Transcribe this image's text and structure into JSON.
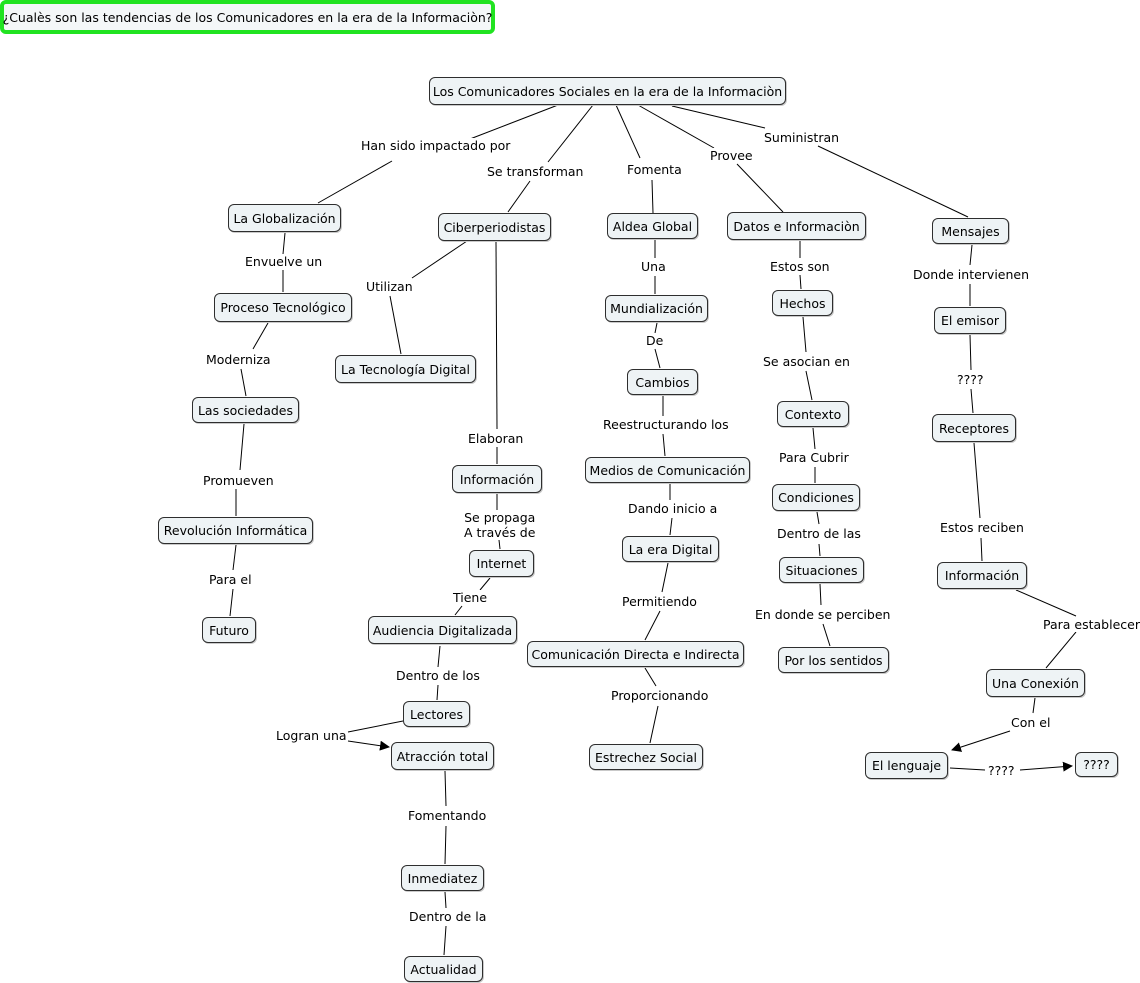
{
  "question": "¿Cualès son las tendencias de los Comunicadores en la era de la Informaciòn?",
  "nodes": {
    "root": "Los Comunicadores Sociales en la era de la Informaciòn",
    "globalizacion": "La Globalización",
    "proceso": "Proceso Tecnológico",
    "sociedades": "Las sociedades",
    "revolucion": "Revolución Informática",
    "futuro": "Futuro",
    "ciberperiodistas": "Ciberperiodistas",
    "tecnologia": "La Tecnología Digital",
    "informacion1": "Información",
    "internet": "Internet",
    "audiencia": "Audiencia Digitalizada",
    "lectores": "Lectores",
    "atraccion": "Atracción total",
    "inmediatez": "Inmediatez",
    "actualidad": "Actualidad",
    "aldea": "Aldea Global",
    "mundializacion": "Mundialización",
    "cambios": "Cambios",
    "medios": "Medios de Comunicación",
    "eradigital": "La era Digital",
    "comunicacion": "Comunicación Directa e Indirecta",
    "estrechez": "Estrechez Social",
    "datos": "Datos e Informaciòn",
    "hechos": "Hechos",
    "contexto": "Contexto",
    "condiciones": "Condiciones",
    "situaciones": "Situaciones",
    "sentidos": "Por los sentidos",
    "mensajes": "Mensajes",
    "emisor": "El emisor",
    "receptores": "Receptores",
    "informacion2": "Información",
    "conexion": "Una Conexión",
    "lenguaje": "El lenguaje",
    "incognita": "????"
  },
  "labels": {
    "impactado": "Han sido impactado por",
    "transforman": "Se transforman",
    "fomenta": "Fomenta",
    "provee": "Provee",
    "suministran": "Suministran",
    "envuelve": "Envuelve un",
    "moderniza": "Moderniza",
    "promueven": "Promueven",
    "parael": "Para el",
    "utilizan": "Utilizan",
    "elaboran": "Elaboran",
    "propaga": "Se propaga\nA través de",
    "tiene": "Tiene",
    "dentrolos": "Dentro de los",
    "logran": "Logran una",
    "fomentando": "Fomentando",
    "dentrola": "Dentro de la",
    "una": "Una",
    "de": "De",
    "reestructurando": "Reestructurando los",
    "dando": "Dando inicio a",
    "permitiendo": "Permitiendo",
    "proporcionando": "Proporcionando",
    "estosson": "Estos son",
    "asocian": "Se asocian en",
    "paracubrir": "Para Cubrir",
    "dentrolas": "Dentro de las",
    "perciben": "En donde se perciben",
    "intervienen": "Donde intervienen",
    "q1": "????",
    "reciben": "Estos reciben",
    "establecer": "Para establecer",
    "conel": "Con el",
    "q2": "????"
  }
}
